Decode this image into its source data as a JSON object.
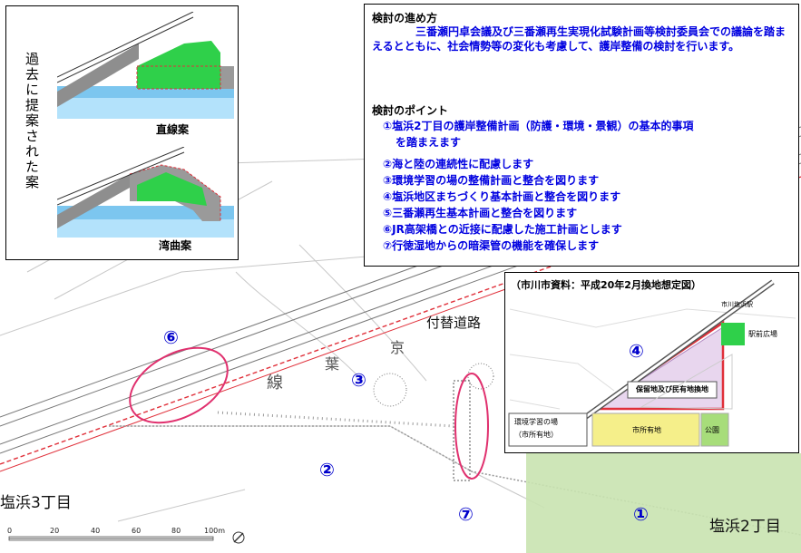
{
  "left_panel": {
    "vertical_title": "過去に提案された案",
    "proposal_a": "直線案",
    "proposal_b": "湾曲案"
  },
  "legend": {
    "heading1": "検討の進め方",
    "body1": "三番瀬円卓会議及び三番瀬再生実現化試験計画等検討委員会での議論を踏まえるとともに、社会情勢等の変化も考慮して、護岸整備の検討を行います。",
    "heading2": "検討のポイント",
    "points": [
      "①塩浜2丁目の護岸整備計画（防護・環境・景観）の基本的事項",
      "を踏まえます",
      "②海と陸の連続性に配慮します",
      "③環境学習の場の整備計画と整合を図ります",
      "④塩浜地区まちづくり基本計画と整合を図ります",
      "⑤三番瀬再生基本計画と整合を図ります",
      "⑥JR高架橋との近接に配慮した施工計画とします",
      "⑦行徳湿地からの暗渠管の機能を確保します"
    ]
  },
  "inset": {
    "title": "（市川市資料：平成20年2月換地想定図）",
    "station": "市川塩浜駅",
    "plaza": "駅前広場",
    "reserved": "保留地及び民有地換地",
    "env_area": "環境学習の場",
    "env_area_sub": "（市所有地）",
    "city_land": "市所有地",
    "park": "公園",
    "marker": "④"
  },
  "map": {
    "detour_road": "付替道路",
    "area_left": "塩浜3丁目",
    "area_right": "塩浜2丁目",
    "markers": [
      "①",
      "②",
      "③",
      "⑥",
      "⑦"
    ],
    "line_label": "線",
    "leaf_label": "葉",
    "kyo_label": "京",
    "scale_ticks": [
      "0",
      "20",
      "40",
      "60",
      "80",
      "100m"
    ]
  },
  "colors": {
    "red_line": "#e0303a",
    "circle": "#e0306e",
    "green": "#2fd04a",
    "blue_text": "#0000e0",
    "beach": "#c9e3b0"
  }
}
